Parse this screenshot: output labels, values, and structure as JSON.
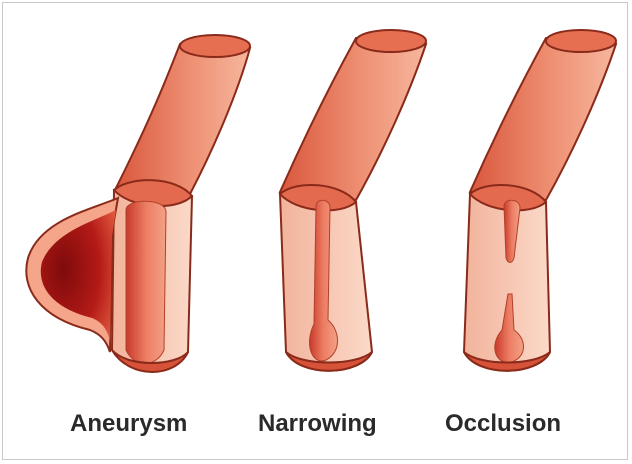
{
  "labels": {
    "aneurysm": "Aneurysm",
    "narrowing": "Narrowing",
    "occlusion": "Occlusion"
  },
  "colors": {
    "vessel_wall": "#e77a5d",
    "vessel_outline": "#8a2a1a",
    "lumen_light": "#f7c9b5",
    "blood_dark": "#b01818",
    "aneurysm_wall": "#f4a58a"
  }
}
